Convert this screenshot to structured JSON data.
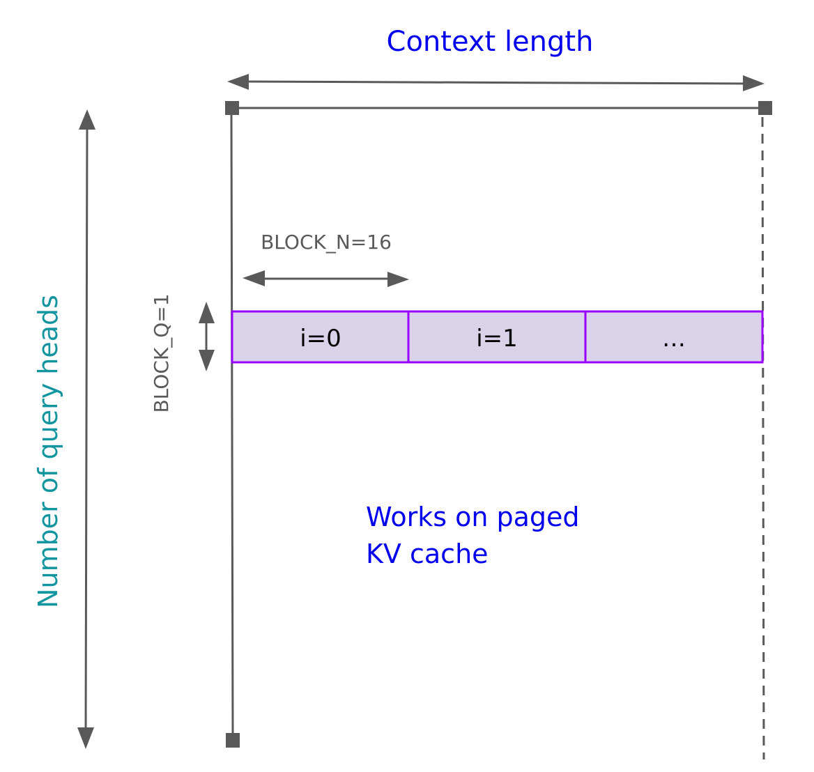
{
  "diagram": {
    "title": "Context length",
    "side_label": "Number of query heads",
    "block_n_label": "BLOCK_N=16",
    "block_q_label": "BLOCK_Q=1",
    "cells": [
      {
        "label": "i=0"
      },
      {
        "label": "i=1"
      },
      {
        "label": "…"
      }
    ],
    "note_line1": "Works on paged",
    "note_line2": "KV cache",
    "colors": {
      "title": "#0000ee",
      "side_label": "#12959f",
      "lines": "#595959",
      "cell_fill": "#d9d2e9",
      "cell_border": "#9900ff"
    }
  }
}
